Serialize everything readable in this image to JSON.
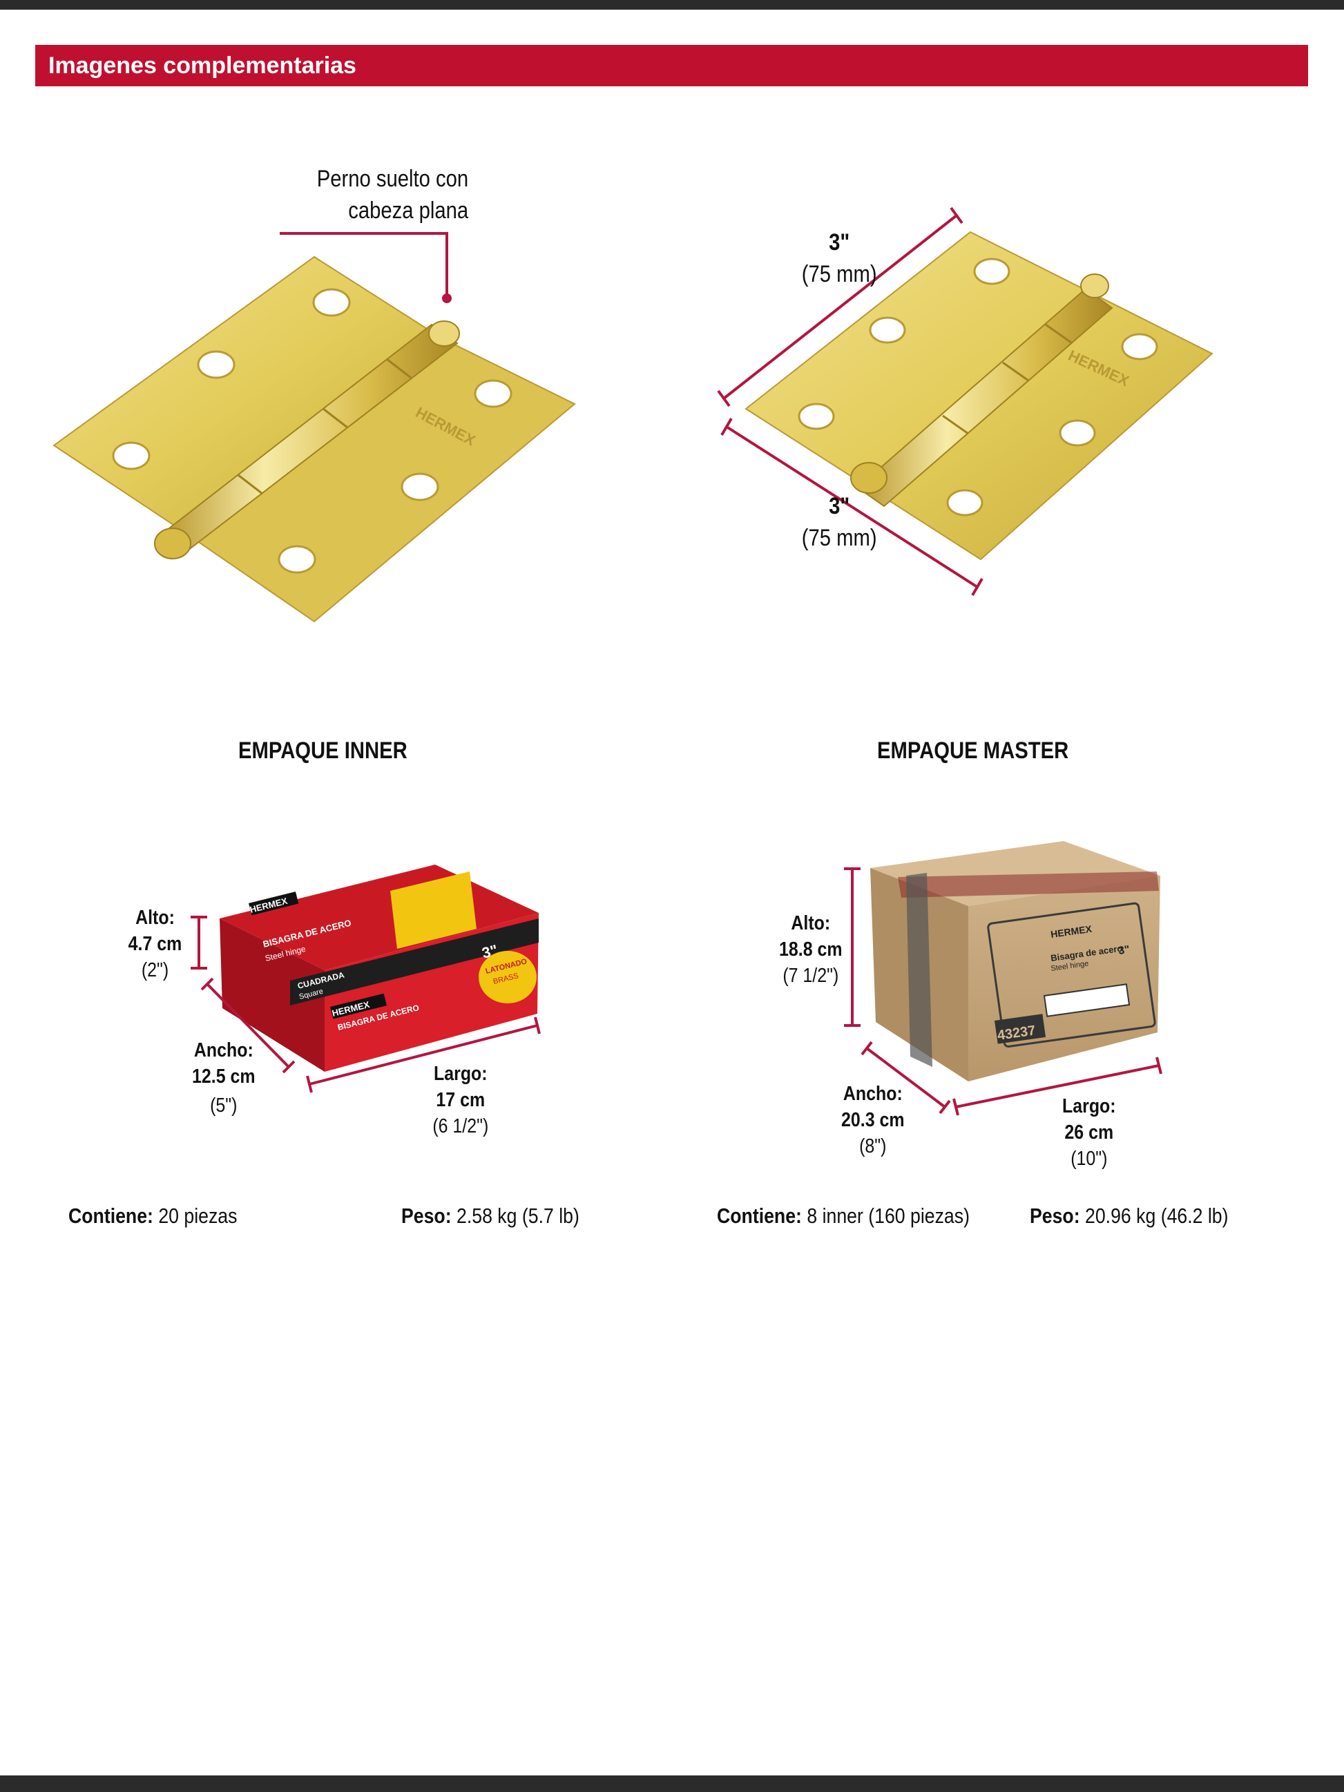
{
  "header": {
    "title": "Imagenes complementarias"
  },
  "hinge_left": {
    "callout_line1": "Perno suelto con",
    "callout_line2": "cabeza plana",
    "brand_mark": "HERMEX"
  },
  "hinge_right": {
    "dim_a_value": "3\"",
    "dim_a_metric": "(75 mm)",
    "dim_b_value": "3\"",
    "dim_b_metric": "(75 mm)",
    "brand_mark": "HERMEX"
  },
  "inner": {
    "title": "EMPAQUE INNER",
    "alto_label": "Alto:",
    "alto_cm": "4.7 cm",
    "alto_in": "(2\")",
    "ancho_label": "Ancho:",
    "ancho_cm": "12.5 cm",
    "ancho_in": "(5\")",
    "largo_label": "Largo:",
    "largo_cm": "17 cm",
    "largo_in": "(6 1/2\")",
    "contiene_label": "Contiene:",
    "contiene_value": " 20 piezas",
    "peso_label": "Peso:",
    "peso_value": " 2.58 kg (5.7 lb)",
    "box_brand": "HERMEX",
    "box_title": "BISAGRA DE ACERO",
    "box_subtitle": "Steel hinge",
    "box_size": "3\"",
    "box_shape": "CUADRADA",
    "box_shape_en": "Square",
    "box_badge1": "LATONADO",
    "box_badge2": "BRASS"
  },
  "master": {
    "title": "EMPAQUE MASTER",
    "alto_label": "Alto:",
    "alto_cm": "18.8 cm",
    "alto_in": "(7 1/2\")",
    "ancho_label": "Ancho:",
    "ancho_cm": "20.3 cm",
    "ancho_in": "(8\")",
    "largo_label": "Largo:",
    "largo_cm": "26 cm",
    "largo_in": "(10\")",
    "contiene_label": "Contiene:",
    "contiene_value": " 8 inner (160 piezas)",
    "peso_label": "Peso:",
    "peso_value": " 20.96 kg (46.2 lb)",
    "box_brand": "HERMEX",
    "box_title": "Bisagra de acero",
    "box_subtitle": "Steel hinge",
    "box_size": "3\"",
    "box_code": "43237"
  },
  "colors": {
    "accent": "#c0102f",
    "dimension_line": "#b31640",
    "brass": "#e3cc5a",
    "cardboard": "#c4a57c"
  }
}
